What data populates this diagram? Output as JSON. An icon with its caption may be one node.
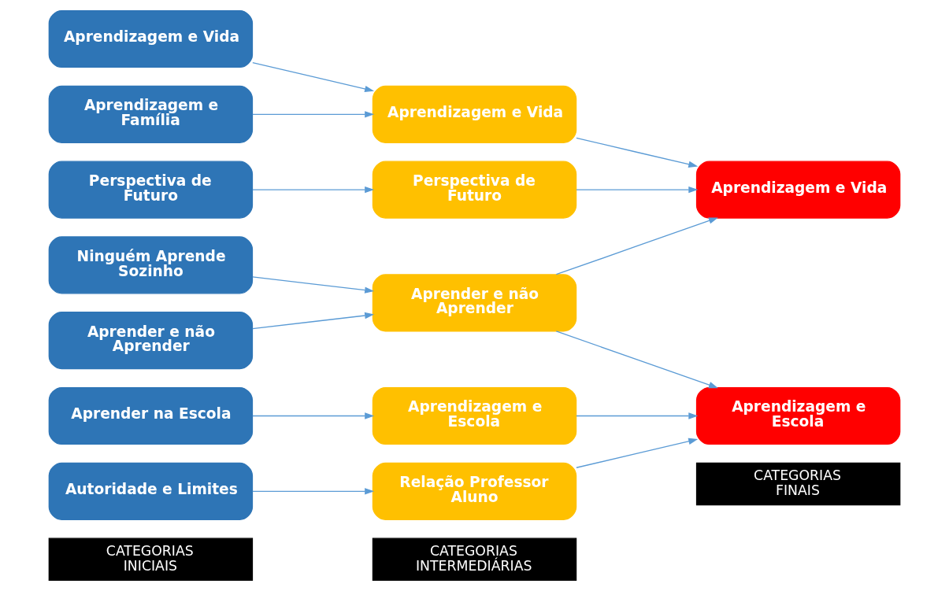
{
  "diagram": {
    "nodes": [
      {
        "text": [
          "CATEGORIAS INICIAIS"
        ]
      },
      {
        "text": [
          "CATEGORIAS INTERMEDIÁRIAS"
        ]
      },
      {
        "text": [
          "CATEGORIAS FINAIS"
        ]
      },
      {
        "text": [
          "Ninguém Aprende Sozinho"
        ]
      },
      {
        "text": [
          "Aprender e não Aprender"
        ]
      },
      {
        "text": [
          "Perspectiva de Futuro"
        ]
      },
      {
        "text": [
          "Aprendizagem e Família"
        ]
      },
      {
        "text": [
          "Aprendizagem e Vida"
        ]
      },
      {
        "text": [
          "Autoridade e Limites"
        ]
      },
      {
        "text": [
          "Aprender na Escola"
        ]
      },
      {
        "text": [
          "Aprender e não Aprender"
        ]
      },
      {
        "text": [
          "Perspectiva de Futuro"
        ]
      },
      {
        "text": [
          "Aprendizagem e Vida"
        ]
      },
      {
        "text": [
          "Relação Professor Aluno"
        ]
      },
      {
        "text": [
          "Aprendizagem e Escola"
        ]
      },
      {
        "text": [
          "Aprendizagem e Vida"
        ]
      },
      {
        "text": [
          "Aprendizagem e Escola"
        ]
      }
    ],
    "edges": [
      {
        "from": 3,
        "to": 10,
        "arrow": "to"
      },
      {
        "from": 4,
        "to": 10,
        "arrow": "to"
      },
      {
        "from": 5,
        "to": 11,
        "arrow": "to"
      },
      {
        "from": 6,
        "to": 12,
        "arrow": "to"
      },
      {
        "from": 7,
        "to": 12,
        "arrow": "to"
      },
      {
        "from": 8,
        "to": 13,
        "arrow": "to"
      },
      {
        "from": 9,
        "to": 14,
        "arrow": "to"
      },
      {
        "from": 10,
        "to": 15,
        "arrow": "to"
      },
      {
        "from": 10,
        "to": 16,
        "arrow": "to"
      },
      {
        "from": 11,
        "to": 15,
        "arrow": "to"
      },
      {
        "from": 12,
        "to": 15,
        "arrow": "to"
      },
      {
        "from": 13,
        "to": 16,
        "arrow": "to"
      },
      {
        "from": 14,
        "to": 16,
        "arrow": "to"
      }
    ]
  }
}
